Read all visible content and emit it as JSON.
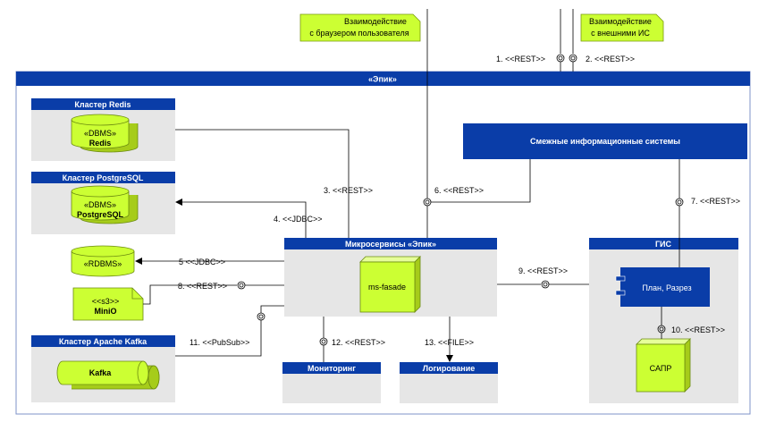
{
  "colors": {
    "header_blue": "#0a3da8",
    "frame_blue": "#1a3fa8",
    "panel_grey": "#e6e6e6",
    "lime": "#ccff33",
    "lime_dark": "#a6cc1a"
  },
  "notes": {
    "browser": {
      "line1": "Взаимодействие",
      "line2": "с браузером пользователя"
    },
    "external": {
      "line1": "Взаимодействие",
      "line2": "с внешними ИС"
    }
  },
  "system": {
    "title": "«Эпик»"
  },
  "clusters": {
    "redis": {
      "title": "Кластер Redis",
      "stereotype": "«DBMS»",
      "name": "Redis"
    },
    "postgres": {
      "title": "Кластер PostgreSQL",
      "stereotype": "«DBMS»",
      "name": "PostgreSQL"
    },
    "kafka": {
      "title": "Кластер Apache Kafka",
      "name": "Kafka"
    }
  },
  "rdbms": {
    "label": "«RDBMS»"
  },
  "minio": {
    "stereotype": "<<s3>>",
    "name": "MiniO"
  },
  "related": {
    "title": "Смежные информационные системы"
  },
  "micro": {
    "title": "Микросервисы «Эпик»",
    "component": "ms-fasade"
  },
  "gis": {
    "title": "ГИС",
    "component": "План, Разрез"
  },
  "sapr": {
    "label": "САПР"
  },
  "monitoring": {
    "title": "Мониторинг"
  },
  "logging": {
    "title": "Логирование"
  },
  "links": {
    "l1": "1. <<REST>>",
    "l2": "2. <<REST>>",
    "l3": "3. <<REST>>",
    "l4": "4. <<JDBC>>",
    "l5": "5 <<JDBC>>",
    "l6": "6. <<REST>>",
    "l7": "7. <<REST>>",
    "l8": "8. <<REST>>",
    "l9": "9. <<REST>>",
    "l10": "10. <<REST>>",
    "l11": "11. <<PubSub>>",
    "l12": "12. <<REST>>",
    "l13": "13. <<FILE>>"
  }
}
